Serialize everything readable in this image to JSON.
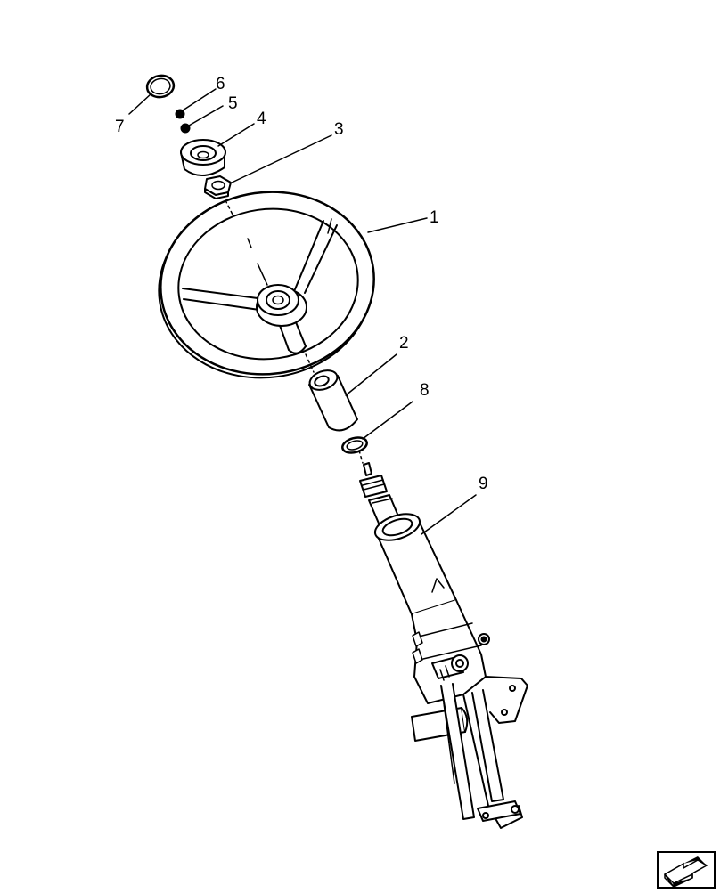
{
  "callouts": {
    "c1": "1",
    "c2": "2",
    "c3": "3",
    "c4": "4",
    "c5": "5",
    "c6": "6",
    "c7": "7",
    "c8": "8",
    "c9": "9"
  },
  "parts": [
    {
      "id": "1",
      "name": "steering-wheel"
    },
    {
      "id": "2",
      "name": "spacer-sleeve"
    },
    {
      "id": "3",
      "name": "hex-nut"
    },
    {
      "id": "4",
      "name": "center-cap"
    },
    {
      "id": "5",
      "name": "ball"
    },
    {
      "id": "6",
      "name": "ball"
    },
    {
      "id": "7",
      "name": "o-ring"
    },
    {
      "id": "8",
      "name": "snap-ring"
    },
    {
      "id": "9",
      "name": "steering-column"
    }
  ],
  "nav": {
    "icon": "next-page-arrow-icon"
  },
  "colors": {
    "line": "#000000",
    "background": "#ffffff"
  }
}
